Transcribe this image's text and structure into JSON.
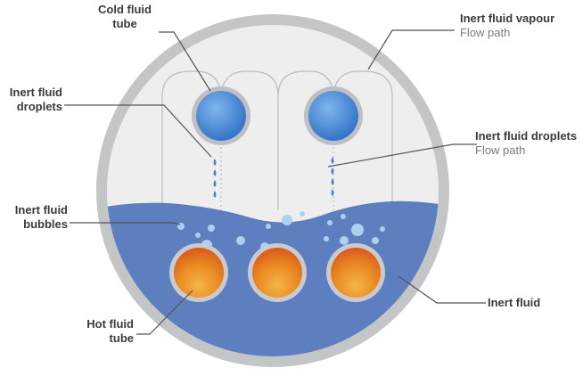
{
  "labels": {
    "cold_tube": [
      "Cold fluid",
      "tube"
    ],
    "vapour": {
      "title": "Inert fluid vapour",
      "sub": "Flow path"
    },
    "droplets_left": [
      "Inert fluid",
      "droplets"
    ],
    "droplets_right": {
      "title": "Inert fluid droplets",
      "sub": "Flow path"
    },
    "bubbles": [
      "Inert fluid",
      "bubbles"
    ],
    "inert_fluid": "Inert fluid",
    "hot_tube": [
      "Hot fluid",
      "tube"
    ]
  },
  "colors": {
    "vessel_rim": "#c4c5c7",
    "vessel_inner": "#eeeeee",
    "liquid": "#5d7fc0",
    "cold_tube": "#3f86d6",
    "hot_tube": "#e67a1c",
    "bubble": "#a9d2ee",
    "droplet": "#4a7fd0",
    "leader": "#555555"
  }
}
